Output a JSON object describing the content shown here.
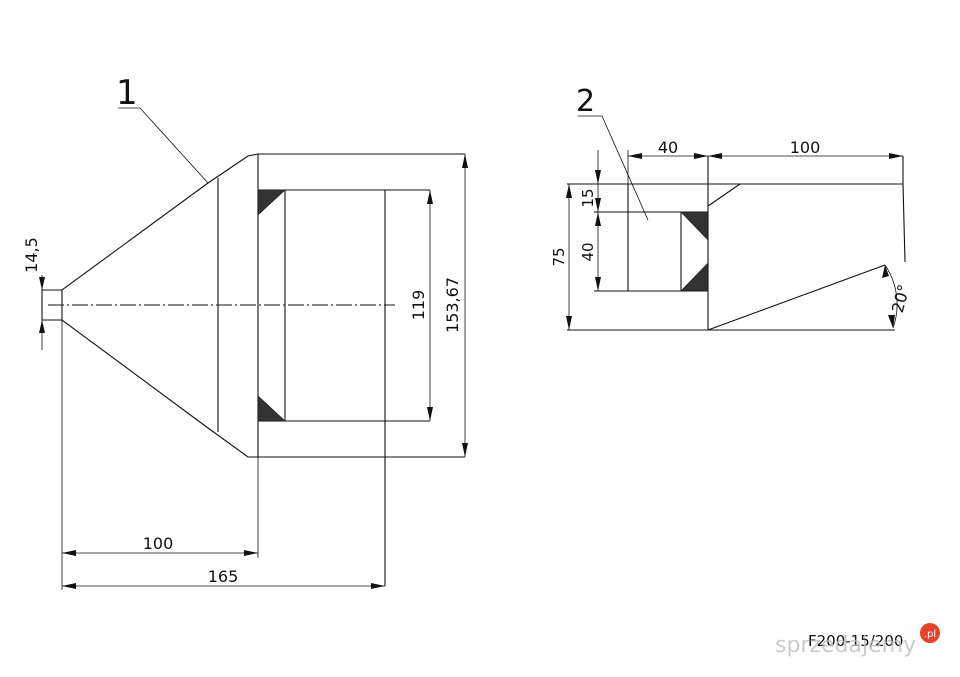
{
  "parts": {
    "part1_label": "1",
    "part2_label": "2"
  },
  "dimensions": {
    "d_14_5": "14,5",
    "d_119": "119",
    "d_153_67": "153,67",
    "d_100_bottom": "100",
    "d_165": "165",
    "d_40_top": "40",
    "d_100_top": "100",
    "d_15": "15",
    "d_40_side": "40",
    "d_75": "75",
    "angle_20": "20°"
  },
  "watermark": {
    "code_text": "F200-15/200",
    "brand_text": "sprzedajemy",
    "badge_text": ".pl",
    "badge_color": "#e8412c"
  }
}
